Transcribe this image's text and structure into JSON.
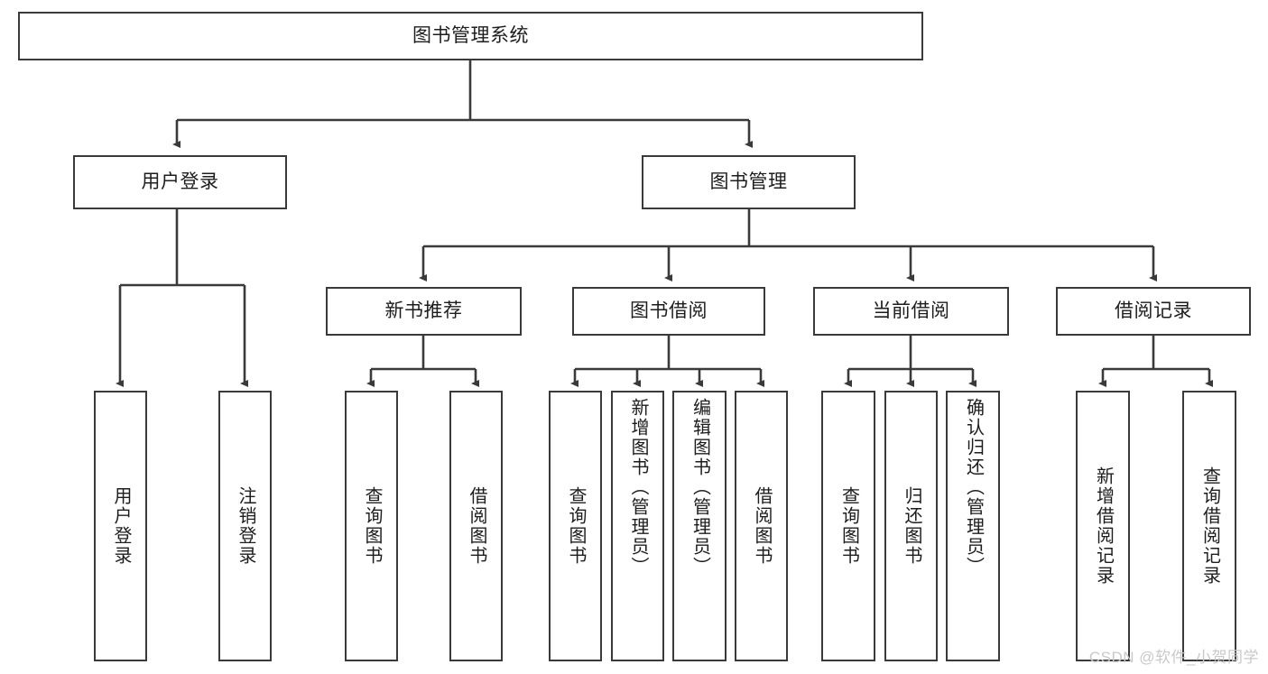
{
  "diagram": {
    "type": "tree-hierarchy",
    "title": "图书管理系统",
    "watermark": "CSDN @软件_小贺同学",
    "colors": {
      "stroke": "#3a3a3a",
      "box_fill": "#ffffff",
      "text": "#1d1d1d",
      "background": "#ffffff",
      "watermark": "#c9c9c9"
    },
    "nodes": {
      "root": {
        "label": "图书管理系统",
        "level": 1,
        "orientation": "horizontal"
      },
      "user_login": {
        "label": "用户登录",
        "level": 2,
        "orientation": "horizontal"
      },
      "book_manage": {
        "label": "图书管理",
        "level": 2,
        "orientation": "horizontal"
      },
      "new_book_rec": {
        "label": "新书推荐",
        "level": 3,
        "orientation": "horizontal"
      },
      "book_borrow": {
        "label": "图书借阅",
        "level": 3,
        "orientation": "horizontal"
      },
      "current_borrow": {
        "label": "当前借阅",
        "level": 3,
        "orientation": "horizontal"
      },
      "borrow_record": {
        "label": "借阅记录",
        "level": 3,
        "orientation": "horizontal"
      },
      "leaf_user_login": {
        "label": "用户登录",
        "level": 4,
        "orientation": "vertical"
      },
      "leaf_logout": {
        "label": "注销登录",
        "level": 4,
        "orientation": "vertical"
      },
      "leaf_query_book_1": {
        "label": "查询图书",
        "level": 4,
        "orientation": "vertical"
      },
      "leaf_borrow_book_1": {
        "label": "借阅图书",
        "level": 4,
        "orientation": "vertical"
      },
      "leaf_query_book_2": {
        "label": "查询图书",
        "level": 4,
        "orientation": "vertical"
      },
      "leaf_add_book": {
        "label": "新增图书（管理员）",
        "level": 4,
        "orientation": "vertical"
      },
      "leaf_edit_book": {
        "label": "编辑图书（管理员）",
        "level": 4,
        "orientation": "vertical"
      },
      "leaf_borrow_book_2": {
        "label": "借阅图书",
        "level": 4,
        "orientation": "vertical"
      },
      "leaf_query_book_3": {
        "label": "查询图书",
        "level": 4,
        "orientation": "vertical"
      },
      "leaf_return_book": {
        "label": "归还图书",
        "level": 4,
        "orientation": "vertical"
      },
      "leaf_confirm_return": {
        "label": "确认归还（管理员）",
        "level": 4,
        "orientation": "vertical"
      },
      "leaf_add_record": {
        "label": "新增借阅记录",
        "level": 4,
        "orientation": "vertical"
      },
      "leaf_query_record": {
        "label": "查询借阅记录",
        "level": 4,
        "orientation": "vertical"
      }
    },
    "edges": [
      {
        "from": "root",
        "to": "user_login"
      },
      {
        "from": "root",
        "to": "book_manage"
      },
      {
        "from": "user_login",
        "to": "leaf_user_login"
      },
      {
        "from": "user_login",
        "to": "leaf_logout"
      },
      {
        "from": "book_manage",
        "to": "new_book_rec"
      },
      {
        "from": "book_manage",
        "to": "book_borrow"
      },
      {
        "from": "book_manage",
        "to": "current_borrow"
      },
      {
        "from": "book_manage",
        "to": "borrow_record"
      },
      {
        "from": "new_book_rec",
        "to": "leaf_query_book_1"
      },
      {
        "from": "new_book_rec",
        "to": "leaf_borrow_book_1"
      },
      {
        "from": "book_borrow",
        "to": "leaf_query_book_2"
      },
      {
        "from": "book_borrow",
        "to": "leaf_add_book"
      },
      {
        "from": "book_borrow",
        "to": "leaf_edit_book"
      },
      {
        "from": "book_borrow",
        "to": "leaf_borrow_book_2"
      },
      {
        "from": "current_borrow",
        "to": "leaf_query_book_3"
      },
      {
        "from": "current_borrow",
        "to": "leaf_return_book"
      },
      {
        "from": "current_borrow",
        "to": "leaf_confirm_return"
      },
      {
        "from": "borrow_record",
        "to": "leaf_add_record"
      },
      {
        "from": "borrow_record",
        "to": "leaf_query_record"
      }
    ]
  }
}
